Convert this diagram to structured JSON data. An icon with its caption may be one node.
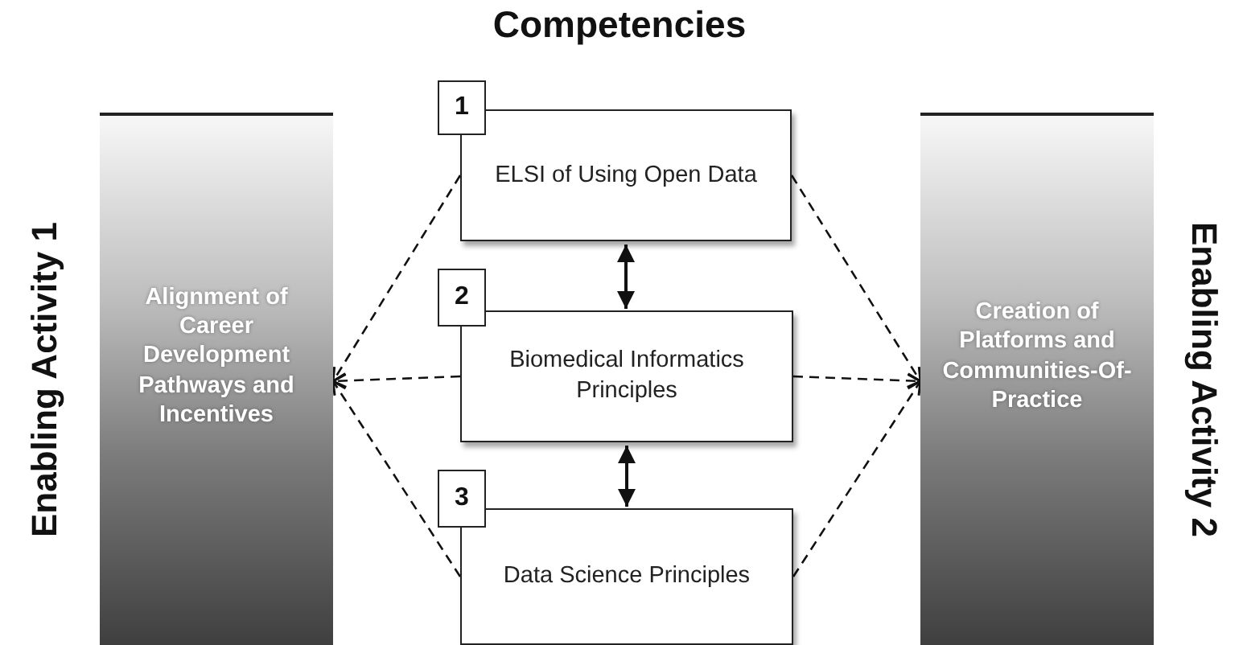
{
  "diagram": {
    "title": "Competencies",
    "nodes": [
      {
        "text": [
          "Enabling Activity 1",
          "Alignment of Career Development Pathways and Incentives"
        ]
      },
      {
        "text": [
          "1"
        ]
      },
      {
        "text": [
          "ELSI of Using Open Data"
        ]
      },
      {
        "text": [
          "2"
        ]
      },
      {
        "text": [
          "Biomedical Informatics Principles"
        ]
      },
      {
        "text": [
          "3"
        ]
      },
      {
        "text": [
          "Data Science Principles"
        ]
      },
      {
        "text": [
          "Enabling Activity 2",
          "Creation of Platforms and Communities-Of-Practice"
        ]
      }
    ],
    "edges": [
      {
        "from": 2,
        "to": 0,
        "arrow": "to",
        "style": "dashed"
      },
      {
        "from": 4,
        "to": 0,
        "arrow": "to",
        "style": "dashed"
      },
      {
        "from": 6,
        "to": 0,
        "arrow": "to",
        "style": "dashed"
      },
      {
        "from": 2,
        "to": 7,
        "arrow": "to",
        "style": "dashed"
      },
      {
        "from": 4,
        "to": 7,
        "arrow": "to",
        "style": "dashed"
      },
      {
        "from": 6,
        "to": 7,
        "arrow": "to",
        "style": "dashed"
      },
      {
        "from": 2,
        "to": 4,
        "arrow": "both"
      },
      {
        "from": 4,
        "to": 6,
        "arrow": "both"
      }
    ]
  }
}
